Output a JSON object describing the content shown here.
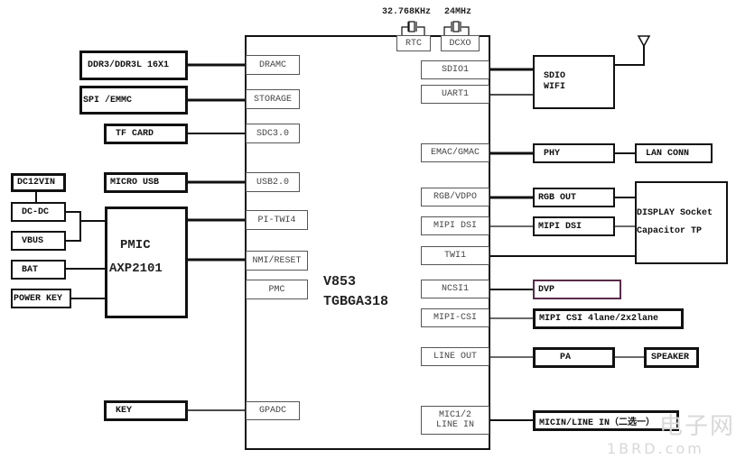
{
  "soc": {
    "name": "V853",
    "package": "TGBGA318"
  },
  "pmic": {
    "name": "PMIC",
    "part": "AXP2101"
  },
  "clocks": {
    "rtc_freq": "32.768KHz",
    "dcxo_freq": "24MHz",
    "rtc_port": "RTC",
    "dcxo_port": "DCXO"
  },
  "left_external": {
    "ddr": "DDR3/DDR3L 16X1",
    "storage": "SPI /EMMC",
    "tf_card": "TF CARD",
    "micro_usb": "MICRO USB",
    "key": "KEY"
  },
  "power_inputs": {
    "dc12vin": "DC12VIN",
    "dcdc": "DC-DC",
    "vbus": "VBUS",
    "bat": "BAT",
    "power_key": "POWER KEY"
  },
  "left_ports": {
    "dramc": "DRAMC",
    "storage": "STORAGE",
    "sdc": "SDC3.0",
    "usb": "USB2.0",
    "twi4": "PI-TWI4",
    "nmi": "NMI/RESET",
    "pmc": "PMC",
    "gpadc": "GPADC"
  },
  "right_ports": {
    "sdio1": "SDIO1",
    "uart1": "UART1",
    "emac": "EMAC/GMAC",
    "rgb": "RGB/VDPO",
    "mipi_dsi": "MIPI DSI",
    "twi1": "TWI1",
    "ncsi": "NCSI1",
    "mipi_csi": "MIPI-CSI",
    "line_out": "LINE OUT",
    "mic_line1": "MIC1/2",
    "mic_line2": "LINE IN"
  },
  "right_external": {
    "wifi_line1": "SDIO",
    "wifi_line2": "WIFI",
    "phy": "PHY",
    "lan": "LAN CONN",
    "rgb_out": "RGB OUT",
    "mipi_dsi": "MIPI DSI",
    "display_line1": "DISPLAY Socket",
    "display_line2": "Capacitor TP",
    "dvp": "DVP",
    "mipi_csi": "MIPI CSI 4lane/2x2lane",
    "pa": "PA",
    "speaker": "SPEAKER",
    "micin": "MICIN/LINE IN（二选一）"
  },
  "watermark": {
    "line1": "电子网",
    "line2": "1BRD.com"
  },
  "colors": {
    "dvp_border": "#5a2a4a",
    "line": "#111111"
  }
}
